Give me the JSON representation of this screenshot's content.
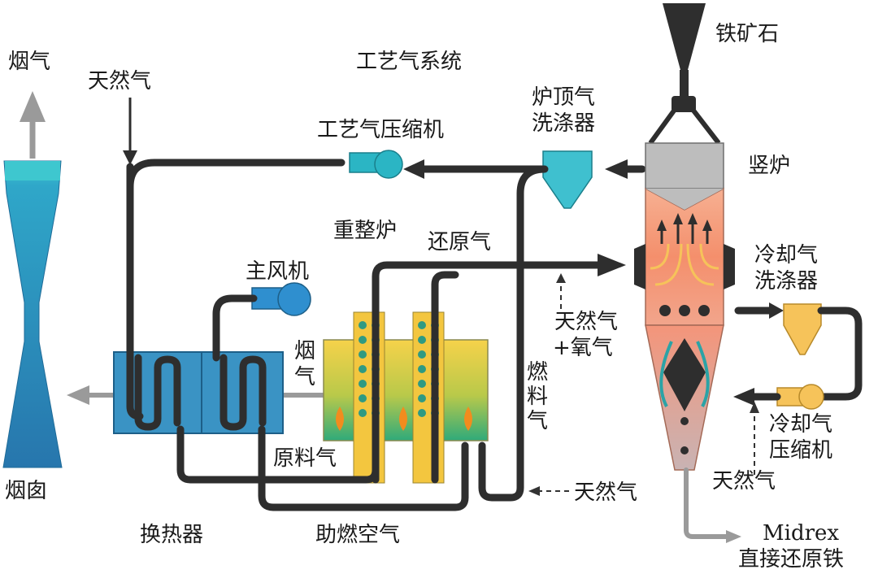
{
  "labels": {
    "flue_gas_out": "烟气",
    "natural_gas_top": "天然气",
    "process_gas_system": "工艺气系统",
    "iron_ore": "铁矿石",
    "top_gas_scrubber": [
      "炉顶气",
      "洗涤器"
    ],
    "process_gas_compressor": "工艺气压缩机",
    "shaft_furnace": "竖炉",
    "reformer": "重整炉",
    "reducing_gas": "还原气",
    "main_air_blower": "主风机",
    "flue_gas_vertical": [
      "烟",
      "气"
    ],
    "natural_gas_oxygen": [
      "天然气",
      "+氧气"
    ],
    "cooling_gas_scrubber": [
      "冷却气",
      "洗涤器"
    ],
    "fuel_gas": [
      "燃",
      "料",
      "气"
    ],
    "feed_gas": "原料气",
    "cooling_gas_compressor": [
      "冷却气",
      "压缩机"
    ],
    "natural_gas_cooling": "天然气",
    "natural_gas_fuel": "天然气",
    "chimney": "烟囱",
    "heat_exchanger": "换热器",
    "combustion_air": "助燃空气",
    "product": [
      "Midrex",
      "直接还原铁"
    ]
  },
  "colors": {
    "pipe": "#2e2e2e",
    "chimney_blue": "#2a86bd",
    "chimney_cyan": "#3ec7cf",
    "heat_exchanger": "#3a93c4",
    "compressor": "#2bb5c4",
    "blower": "#2f8fcf",
    "reformer_yellow": "#f6d24a",
    "reformer_green": "#2faa7a",
    "tube_yellow": "#f3c63f",
    "furnace_orange": "#f7a98a",
    "furnace_grey": "#bdbdbd",
    "scrubber_cyan": "#3fc0cf",
    "cooling_scrubber": "#f6c35a",
    "flame": "#f28c1e",
    "grey_flow": "#9a9a9a"
  }
}
